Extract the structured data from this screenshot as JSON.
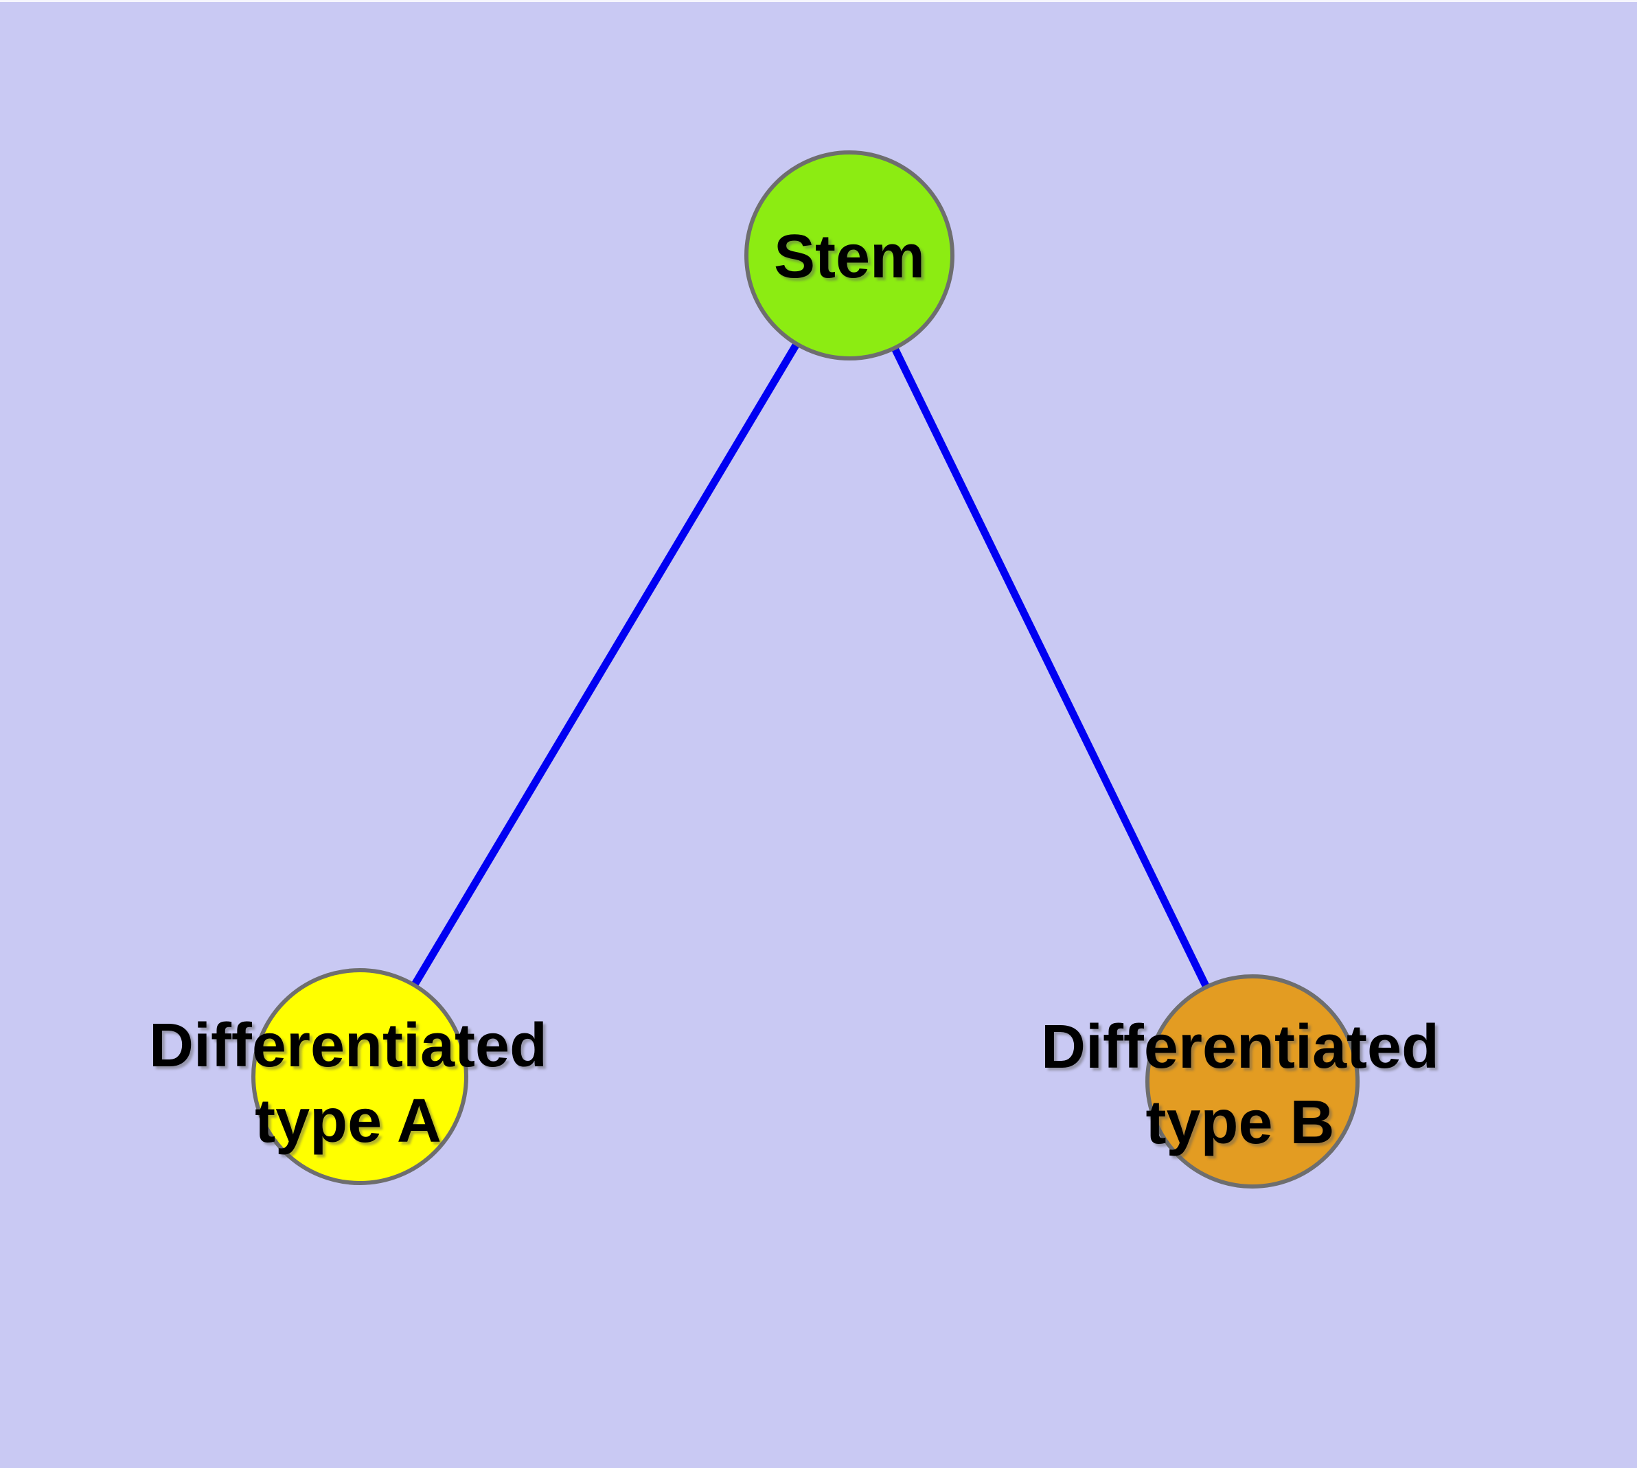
{
  "diagram": {
    "background_color": "#c9c9f3",
    "edge_color": "#0000f2",
    "node_border_color": "#6e6e6e",
    "label_color": "#000000",
    "nodes": [
      {
        "id": "stem",
        "label": "Stem",
        "line1": "Stem",
        "line2": "",
        "fill": "#8cec12"
      },
      {
        "id": "differentiated-type-a",
        "label": "Differentiated type A",
        "line1": "Differentiated",
        "line2": "type A",
        "fill": "#ffff00"
      },
      {
        "id": "differentiated-type-b",
        "label": "Differentiated type B",
        "line1": "Differentiated",
        "line2": "type B",
        "fill": "#e39c22"
      }
    ],
    "edges": [
      {
        "from": "Stem",
        "to": "Differentiated type A"
      },
      {
        "from": "Stem",
        "to": "Differentiated type B"
      }
    ]
  }
}
